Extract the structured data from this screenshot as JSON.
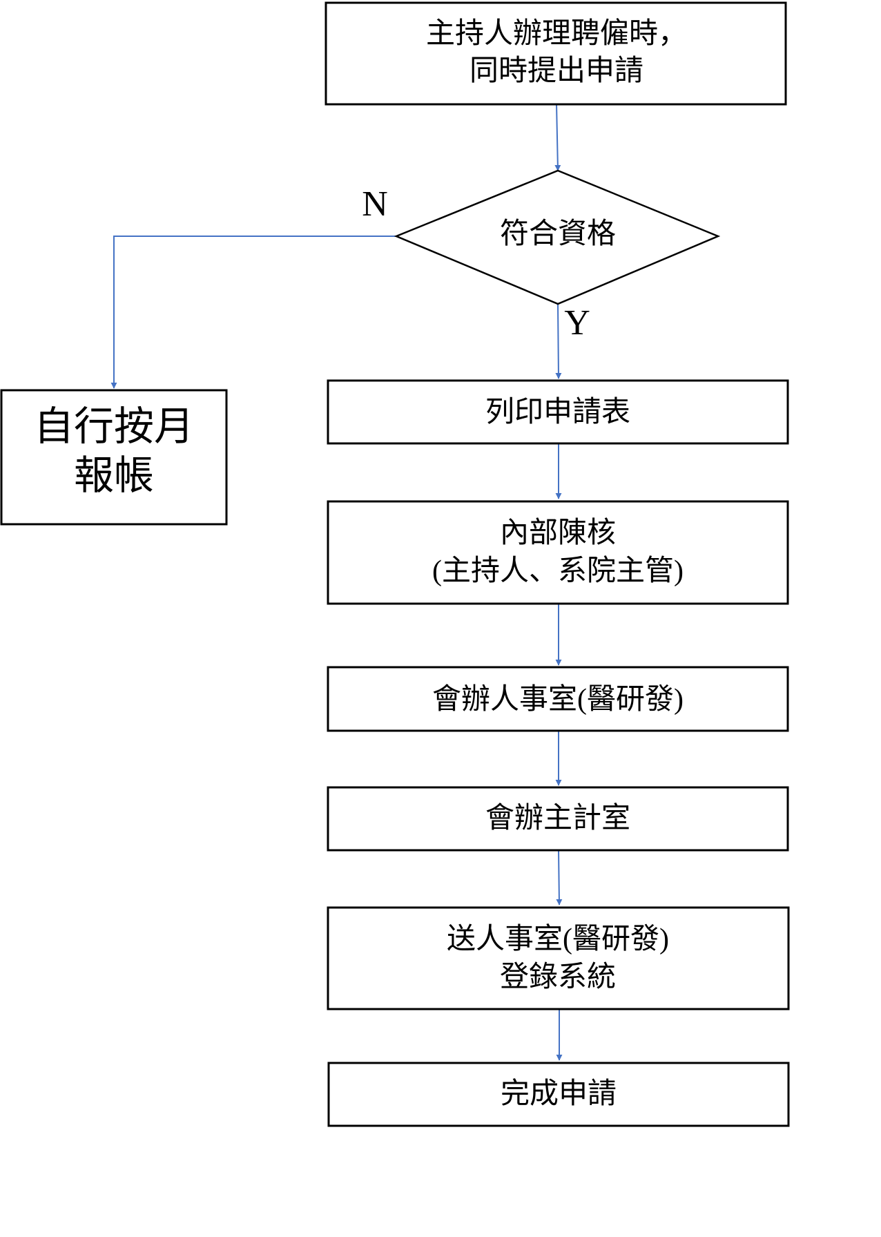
{
  "colors": {
    "connector": "#4472c4",
    "node_border": "#000000",
    "background": "#ffffff"
  },
  "nodes": {
    "start": {
      "line1": "主持人辦理聘僱時，",
      "line2": "同時提出申請"
    },
    "decision": {
      "label": "符合資格"
    },
    "no_branch": {
      "line1": "自行按月",
      "line2": "報帳"
    },
    "print_form": {
      "label": "列印申請表"
    },
    "internal_review": {
      "line1": "內部陳核",
      "line2": "(主持人、系院主管)"
    },
    "hr_cosign": {
      "label": "會辦人事室(醫研發)"
    },
    "accounting_cosign": {
      "label": "會辦主計室"
    },
    "hr_register": {
      "line1": "送人事室(醫研發)",
      "line2": "登錄系統"
    },
    "complete": {
      "label": "完成申請"
    }
  },
  "branch_labels": {
    "no": "N",
    "yes": "Y"
  }
}
